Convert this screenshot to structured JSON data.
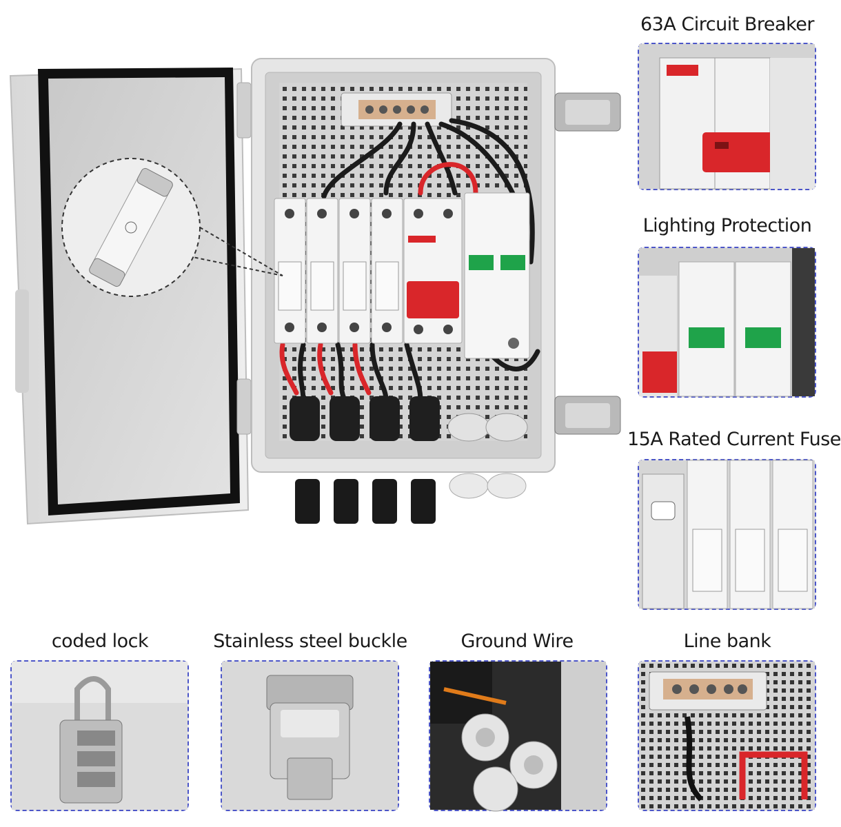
{
  "labels": {
    "breaker": "63A Circuit Breaker",
    "lighting": "Lighting Protection",
    "fuse": "15A Rated Current Fuse",
    "lock": "coded lock",
    "buckle": "Stainless steel buckle",
    "ground": "Ground Wire",
    "linebank": "Line bank"
  },
  "colors": {
    "enclosure": "#e4e4e4",
    "breaker_red": "#d9262a",
    "wire_black": "#1b1b1b",
    "panel_border": "#4b55c8",
    "spd_indicator": "#1fa34a"
  }
}
